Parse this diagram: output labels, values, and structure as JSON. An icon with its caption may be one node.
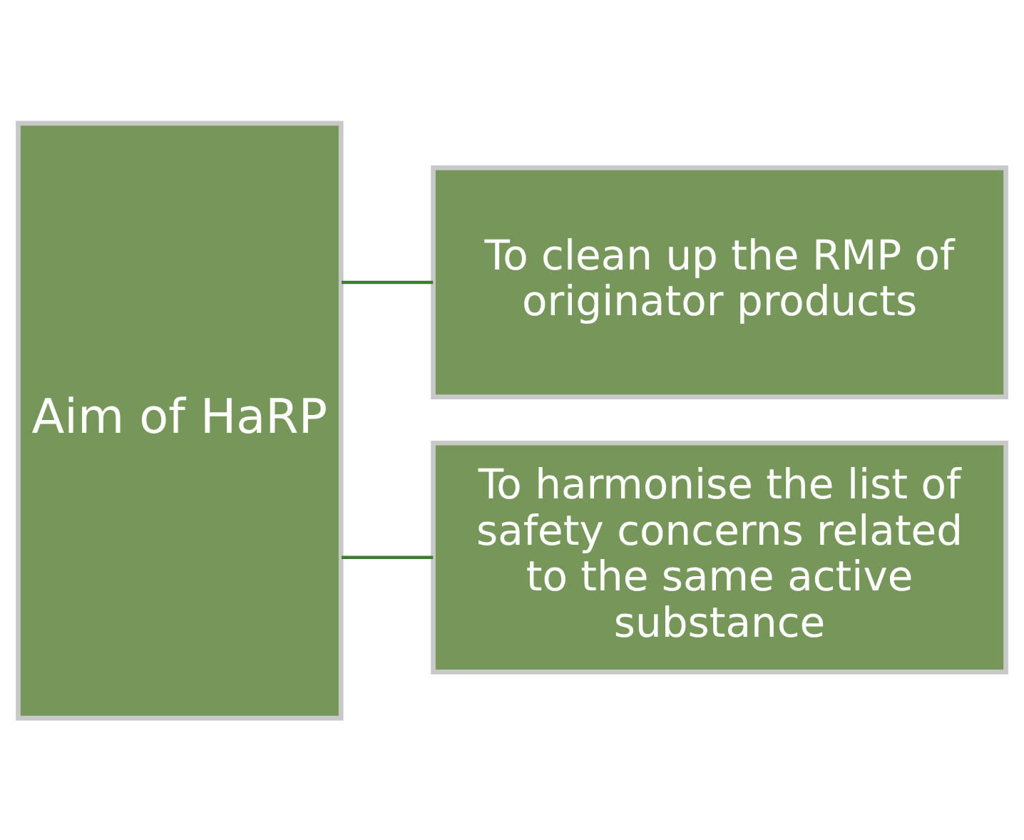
{
  "diagram": {
    "nodes": [
      {
        "text": [
          "Aim of HaRP"
        ]
      },
      {
        "text": [
          "To clean up the RMP of originator products"
        ]
      },
      {
        "text": [
          "To harmonise the list of safety concerns related to the same active substance"
        ]
      }
    ],
    "edges": [
      {
        "from": 0,
        "to": 1,
        "arrow": "none"
      },
      {
        "from": 0,
        "to": 2,
        "arrow": "none"
      }
    ]
  }
}
